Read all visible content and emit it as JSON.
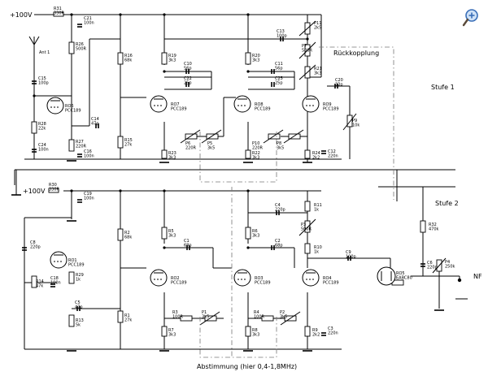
{
  "supply": {
    "top": "+100V",
    "bottom": "+100V"
  },
  "section_labels": {
    "feedback": "Rückkopplung",
    "stage1": "Stufe 1",
    "stage2": "Stufe 2",
    "tuning": "Abstimmung (hier 0,4-1,8MHz)",
    "output": "NF"
  },
  "components_top": {
    "R31": [
      "R31",
      "330R"
    ],
    "C21": [
      "C21",
      "100n"
    ],
    "R26": [
      "R26",
      "500R"
    ],
    "Ant": [
      "Ant 1"
    ],
    "C15": [
      "C15",
      "100p"
    ],
    "RO6": [
      "RO6",
      "PCC189"
    ],
    "R28": [
      "R28",
      "22k"
    ],
    "C24": [
      "C24",
      "100n"
    ],
    "R27": [
      "R27",
      "220R"
    ],
    "C16": [
      "C16",
      "100n"
    ],
    "C14": [
      "C14",
      "47p"
    ],
    "R16": [
      "R16",
      "68k"
    ],
    "R15": [
      "R15",
      "27k"
    ],
    "R19": [
      "R19",
      "3k3"
    ],
    "C10": [
      "C10",
      "56p"
    ],
    "C22": [
      "C22",
      "25p"
    ],
    "RO7": [
      "RO7",
      "PCC189"
    ],
    "R23": [
      "R23",
      "3k3"
    ],
    "P6": [
      "P6",
      "220R"
    ],
    "P5": [
      "P5",
      "3k5"
    ],
    "C13": [
      "C13",
      "100p"
    ],
    "R20": [
      "R20",
      "3k3"
    ],
    "C11": [
      "C11",
      "56p"
    ],
    "C25": [
      "C25",
      "25p"
    ],
    "RO8": [
      "RO8",
      "PCC189"
    ],
    "R22": [
      "R22",
      "3k3"
    ],
    "P10": [
      "P10",
      "220R"
    ],
    "P8": [
      "P8",
      "3k5"
    ],
    "P11": [
      "P11",
      "2k5"
    ],
    "P7": [
      "P7",
      "500R"
    ],
    "R21": [
      "R21",
      "3k3"
    ],
    "C20": [
      "C20",
      "33p"
    ],
    "RO9": [
      "RO9",
      "PCC189"
    ],
    "P9": [
      "P9",
      "10k"
    ],
    "R24": [
      "R24",
      "2k2"
    ],
    "C12": [
      "C12",
      "220n"
    ]
  },
  "components_bottom": {
    "R30": [
      "R30",
      "330R"
    ],
    "C19": [
      "C19",
      "100n"
    ],
    "C8": [
      "C8",
      "220p"
    ],
    "RO1": [
      "RO1",
      "PCC189"
    ],
    "R14": [
      "R14",
      "47k"
    ],
    "C18": [
      "C18",
      "100n"
    ],
    "R29": [
      "R29",
      "1k"
    ],
    "C5": [
      "C5",
      "47p"
    ],
    "R13": [
      "R13",
      "5k"
    ],
    "R2": [
      "R2",
      "68k"
    ],
    "R1": [
      "R1",
      "27k"
    ],
    "R5": [
      "R5",
      "3k3"
    ],
    "C1": [
      "C1",
      "68p"
    ],
    "RO2": [
      "RO2",
      "PCC189"
    ],
    "R3": [
      "R3",
      "100R"
    ],
    "P1": [
      "P1",
      "3k5"
    ],
    "R7": [
      "R7",
      "3k3"
    ],
    "C4": [
      "C4",
      "220p"
    ],
    "R6": [
      "R6",
      "3k3"
    ],
    "C2": [
      "C2",
      "68p"
    ],
    "RO3": [
      "RO3",
      "PCC189"
    ],
    "R4": [
      "R4",
      "100R"
    ],
    "P2": [
      "P2",
      "3k5"
    ],
    "R8": [
      "R8",
      "3k3"
    ],
    "R11": [
      "R11",
      "1k"
    ],
    "P3": [
      "P3",
      "500R"
    ],
    "R10": [
      "R10",
      "1k"
    ],
    "RO4": [
      "RO4",
      "PCC189"
    ],
    "R9": [
      "R9",
      "2k2"
    ],
    "C3": [
      "C3",
      "220n"
    ],
    "C9": [
      "C9",
      "100p"
    ],
    "RO5": [
      "RO5",
      "EABC80"
    ],
    "R32": [
      "R32",
      "470k"
    ],
    "C6": [
      "C6",
      "220p"
    ],
    "P4": [
      "P4",
      "250k"
    ]
  },
  "zoom_icon": "zoom-in-icon"
}
